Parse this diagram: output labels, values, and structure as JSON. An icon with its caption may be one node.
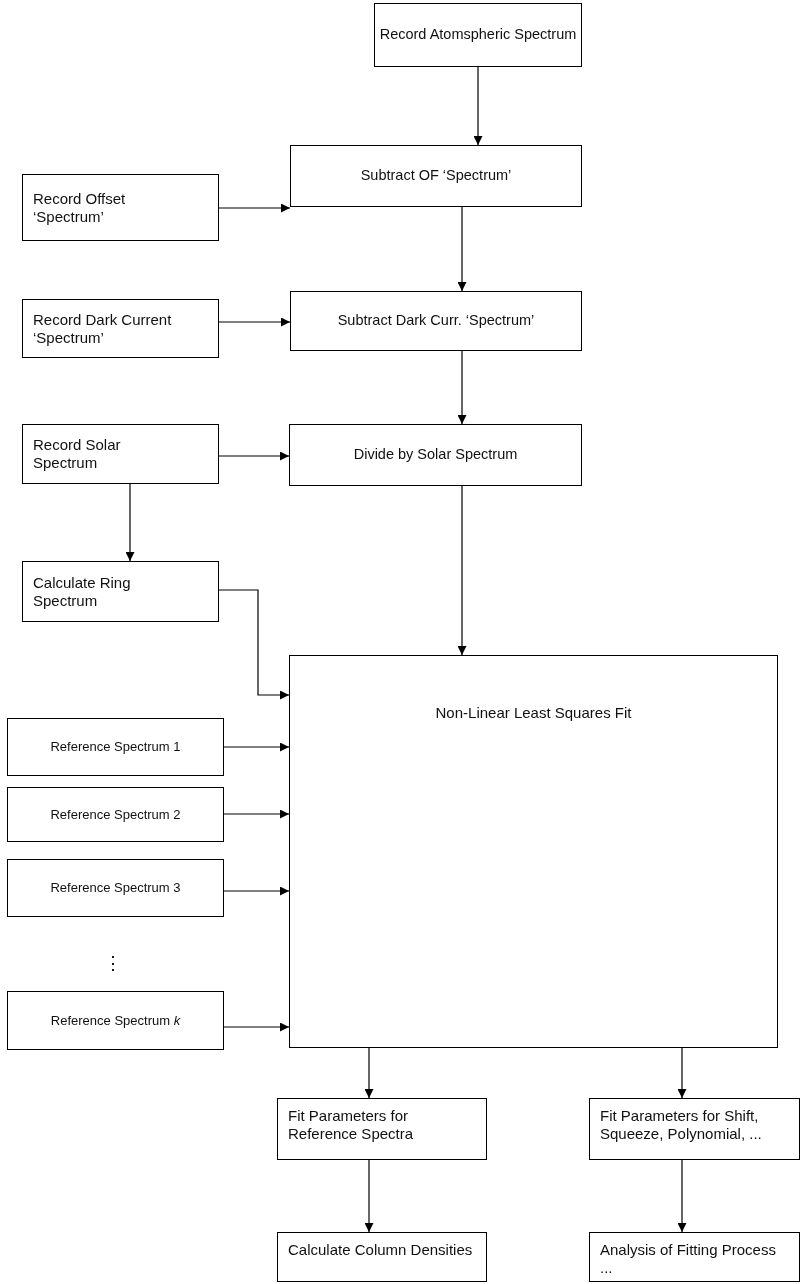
{
  "diagram": {
    "nodes": [
      {
        "text": [
          "Record Atomspheric Spectrum"
        ]
      },
      {
        "text": [
          "Record Offset ‘Spectrum’"
        ]
      },
      {
        "text": [
          "Subtract OF ‘Spectrum’"
        ]
      },
      {
        "text": [
          "Record Dark Current ‘Spectrum’"
        ]
      },
      {
        "text": [
          "Subtract Dark Curr. ‘Spectrum’"
        ]
      },
      {
        "text": [
          "Record Solar Spectrum"
        ]
      },
      {
        "text": [
          "Divide by Solar Spectrum"
        ]
      },
      {
        "text": [
          "Calculate Ring Spectrum"
        ]
      },
      {
        "text": [
          "Non-Linear Least Squares Fit"
        ]
      },
      {
        "text": [
          "Reference Spectrum 1"
        ]
      },
      {
        "text": [
          "Reference Spectrum 2"
        ]
      },
      {
        "text": [
          "Reference Spectrum 3"
        ]
      },
      {
        "text": [
          "Reference Spectrum *k*"
        ]
      },
      {
        "text": [
          "Fit Parameters for Reference Spectra"
        ]
      },
      {
        "text": [
          "Fit Parameters for Shift, Squeeze, Polynomial, ..."
        ]
      },
      {
        "text": [
          "Calculate Column Densities"
        ]
      },
      {
        "text": [
          "Analysis of Fitting Process ..."
        ]
      }
    ],
    "edges": [
      {
        "from": 0,
        "to": 2,
        "arrow": "to"
      },
      {
        "from": 1,
        "to": 2,
        "arrow": "to"
      },
      {
        "from": 2,
        "to": 4,
        "arrow": "to"
      },
      {
        "from": 3,
        "to": 4,
        "arrow": "to"
      },
      {
        "from": 4,
        "to": 6,
        "arrow": "to"
      },
      {
        "from": 5,
        "to": 6,
        "arrow": "to"
      },
      {
        "from": 5,
        "to": 7,
        "arrow": "to"
      },
      {
        "from": 6,
        "to": 8,
        "arrow": "to"
      },
      {
        "from": 7,
        "to": 8,
        "arrow": "to"
      },
      {
        "from": 9,
        "to": 8,
        "arrow": "to"
      },
      {
        "from": 10,
        "to": 8,
        "arrow": "to"
      },
      {
        "from": 11,
        "to": 8,
        "arrow": "to"
      },
      {
        "from": 12,
        "to": 8,
        "arrow": "to"
      },
      {
        "from": 8,
        "to": 13,
        "arrow": "to"
      },
      {
        "from": 8,
        "to": 14,
        "arrow": "to"
      },
      {
        "from": 13,
        "to": 15,
        "arrow": "to"
      },
      {
        "from": 14,
        "to": 16,
        "arrow": "to"
      }
    ],
    "labels": [
      "⋮"
    ]
  }
}
